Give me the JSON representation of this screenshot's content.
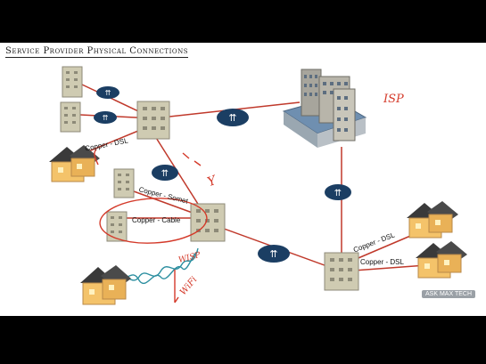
{
  "title": "Service Provider Physical Connections",
  "labels": {
    "copper_dsl_top": "Copper - DSL",
    "copper_something": "Copper - Somet",
    "copper_cable": "Copper - Cable",
    "copper_dsl_right_1": "Copper - DSL",
    "copper_dsl_right_2": "Copper - DSL"
  },
  "annotations": {
    "isp": "ISP",
    "wisp": "WISP",
    "wifi": "WiFi",
    "y_mark": "Y"
  },
  "colors": {
    "link": "#c0392b",
    "router": "#1b3e63",
    "pen": "#d43a2a",
    "wireless": "#2c8fa0",
    "building": "#c8c3a8",
    "house_roof": "#3a3a3a",
    "house_wall": "#f4c36a"
  },
  "icons": [
    "router-icon",
    "switch-building-icon",
    "house-icon",
    "isp-building-icon"
  ],
  "watermark": "ASK MAX TECH"
}
